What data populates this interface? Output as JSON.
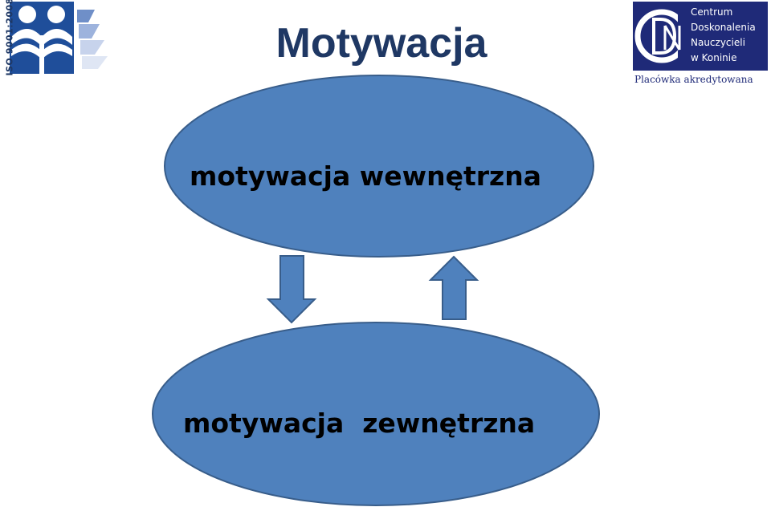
{
  "slide": {
    "title": "Motywacja"
  },
  "logos": {
    "iso": {
      "icon": "iso-reading-people-logo-icon",
      "text": "ISO 9001:2008"
    },
    "cdn": {
      "icon": "cdn-monogram-icon",
      "lines": [
        "Centrum",
        "Doskonalenia",
        "Nauczycieli",
        "w Koninie"
      ],
      "tagline": "Placówka akredytowana"
    }
  },
  "diagram": {
    "nodes": [
      {
        "label": "motywacja wewnętrzna"
      },
      {
        "label": "motywacja  zewnętrzna"
      }
    ],
    "arrows": [
      {
        "from": "motywacja wewnętrzna",
        "to": "motywacja  zewnętrzna",
        "direction": "down"
      },
      {
        "from": "motywacja  zewnętrzna",
        "to": "motywacja wewnętrzna",
        "direction": "up"
      }
    ],
    "colors": {
      "node_fill": "#4f81bd",
      "node_stroke": "#385d8a",
      "title": "#1f3864"
    }
  }
}
